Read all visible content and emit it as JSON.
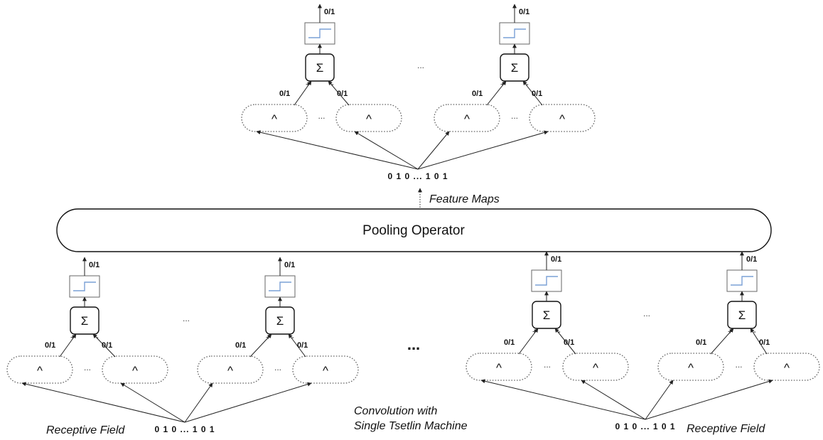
{
  "diagram": {
    "pooling_label": "Pooling Operator",
    "feature_maps_label": "Feature Maps",
    "receptive_field_label": "Receptive Field",
    "convolution_label_line1": "Convolution with",
    "convolution_label_line2": "Single Tsetlin Machine",
    "bits_label": "0 1 0 ... 1 0 1",
    "binary_output_label": "0/1",
    "sum_symbol": "Σ",
    "and_symbol": "^",
    "plus_sign": "+",
    "minus_sign": "-",
    "ellipsis_small": "...",
    "ellipsis_big": "..."
  }
}
